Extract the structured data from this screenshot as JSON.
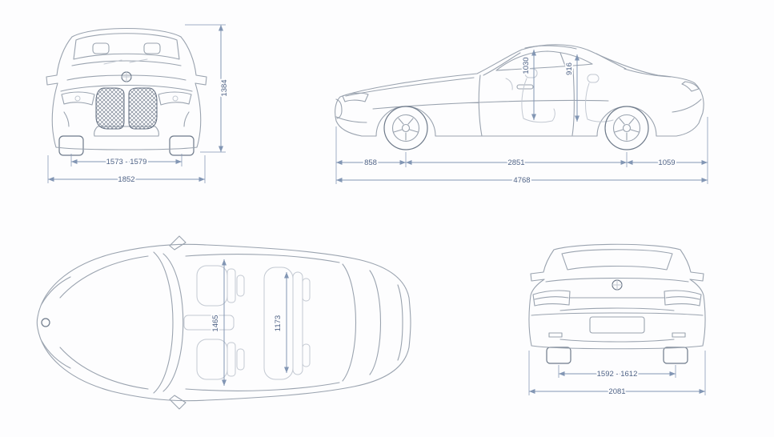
{
  "diagram": {
    "subject": "car-dimensions-blueprint",
    "colors": {
      "background": "#fdfdfe",
      "car_outline": "#9aa3af",
      "car_accent_dark": "#6e7a8a",
      "dimension_lines": "#8296b4",
      "dimension_text": "#4f6386"
    },
    "views": {
      "front": {
        "height": "1384",
        "front_track": "1573 - 1579",
        "overall_width": "1852"
      },
      "side": {
        "front_headroom": "1030",
        "rear_headroom": "916",
        "front_overhang": "858",
        "wheelbase": "2851",
        "rear_overhang": "1059",
        "overall_length": "4768"
      },
      "top": {
        "front_interior_width": "1465",
        "rear_interior_width": "1173"
      },
      "rear": {
        "rear_track": "1592 - 1612",
        "overall_width_incl_mirrors": "2081"
      }
    }
  }
}
